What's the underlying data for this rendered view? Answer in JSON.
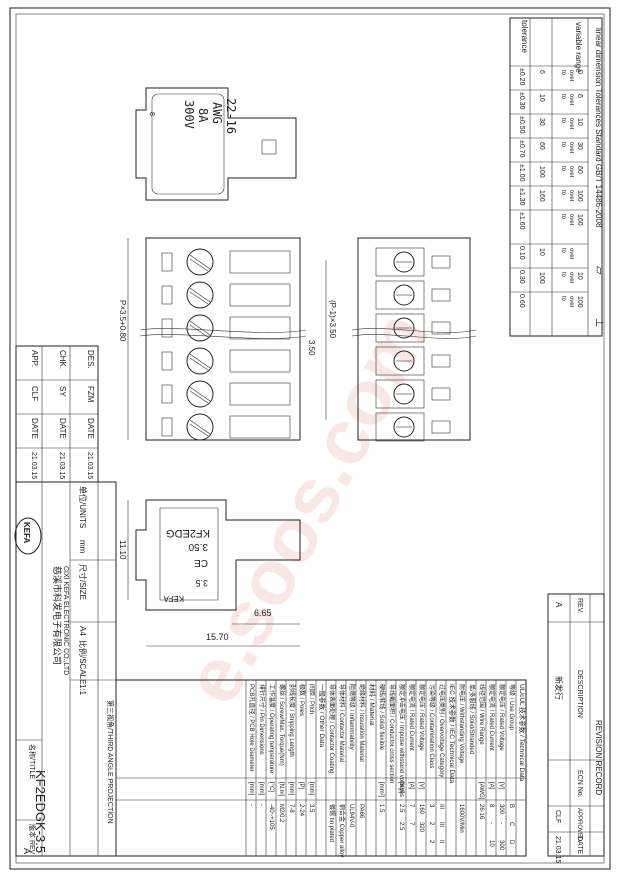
{
  "watermark": "e.soos.com",
  "tolerance_table": {
    "header": "linear dimension Tolerances Standard GB/T 14486-2008",
    "row_labels": [
      "variable range",
      "tolerance"
    ],
    "ranges": [
      {
        "from": "0",
        "to": "6",
        "tol": "±0.20"
      },
      {
        "from": "6",
        "to": "10",
        "tol": "±0.30"
      },
      {
        "from": "10",
        "to": "30",
        "tol": "±0.50"
      },
      {
        "from": "30",
        "to": "60",
        "tol": "±0.70"
      },
      {
        "from": "60",
        "to": "100",
        "tol": "±1.00"
      },
      {
        "from": "100",
        "to": "160",
        "tol": "±1.30"
      },
      {
        "from": "160",
        "to": "",
        "tol": "±1.60"
      }
    ],
    "flat": {
      "sym": "▱",
      "ranges": [
        {
          "from": "",
          "to": "10",
          "tol": "0.10"
        },
        {
          "from": "10",
          "to": "100",
          "tol": "0.30"
        },
        {
          "from": "100",
          "to": "",
          "tol": "0.60"
        }
      ]
    },
    "perp_sym": "⊥",
    "over_label": "over",
    "to_label": "to"
  },
  "label": {
    "voltage": "300V",
    "current": "8A",
    "awg_title": "AWG",
    "awg_range": "22-16"
  },
  "dims": {
    "total": "P×3.5+0.80",
    "pitch_span": "(P-1)×3.50",
    "pitch": "3.50",
    "height": "11.10",
    "depth_a": "6.65",
    "depth_b": "15.70"
  },
  "side_marks": {
    "model": "KF2EDG",
    "pitch": "3.50",
    "pitch_small": "3.5",
    "ce": "CE",
    "brand": "KEFA"
  },
  "signoff": [
    {
      "role": "DES.",
      "name": "FZM",
      "date_label": "DATE",
      "date": "21.03.15"
    },
    {
      "role": "CHK.",
      "name": "SY",
      "date_label": "DATE",
      "date": "21.03.15"
    },
    {
      "role": "APP.",
      "name": "CLF",
      "date_label": "DATE",
      "date": "21.03.15"
    }
  ],
  "company": {
    "logo": "KEFA",
    "cn_name": "慈溪市科发电子有限公司",
    "en_name": "CIXI KEFA ELECTRONIC CO.,LTD",
    "units_label": "单位/UNITS",
    "units": "mm",
    "size_label": "尺寸/SIZE",
    "size": "A4",
    "scale_label": "比例/SCALE",
    "scale": "1:1",
    "projection": "第三视角/THIRD ANGLE PROJECTION",
    "title_label": "名称/TITLE",
    "title": "KF2EDGK-3.5",
    "rev_label": "版本 REV",
    "rev": "A"
  },
  "revision": {
    "header": "REVISION RECORD",
    "cols": [
      "REV.",
      "DESCRIPTION",
      "ECN No.",
      "APPROVED",
      "DATE"
    ],
    "rows": [
      {
        "rev": "A",
        "desc": "新发行",
        "ecn": "",
        "approved": "CLF",
        "date": "21.03.15"
      }
    ]
  },
  "spec": {
    "groups": [
      {
        "title": "UL/cUL 技术参数 / Technical Data",
        "cols": [
          "B",
          "C",
          "D"
        ],
        "rows": [
          {
            "label": "等级 / Use Group",
            "unit": "",
            "values": [
              "B",
              "C",
              "D"
            ]
          },
          {
            "label": "额定电压 / Rated Voltage",
            "unit": "[V]",
            "values": [
              "300",
              "-",
              "300"
            ]
          },
          {
            "label": "额定电流 / Rated Current",
            "unit": "[A]",
            "values": [
              "8",
              "-",
              "10"
            ]
          },
          {
            "label": "线径范围 / Wire Range",
            "unit": "[AWG]",
            "values": [
              "26-16",
              "",
              ""
            ]
          },
          {
            "label": "单/多股线 / Solid/Stranded",
            "unit": "",
            "values": [
              "",
              "",
              ""
            ]
          },
          {
            "label": "耐电压 / Withstanding Voltage",
            "unit": "",
            "values": [
              "1600V/Min",
              "",
              ""
            ]
          }
        ]
      },
      {
        "title": "IEC 技术参数 / IEC Technical Data",
        "cols": [
          "III",
          "III",
          "II"
        ],
        "rows": [
          {
            "label": "过电压类别 / Overvoltage Category",
            "unit": "",
            "values": [
              "III",
              "III",
              "II"
            ]
          },
          {
            "label": "污染等级 / Contamination Class",
            "unit": "",
            "values": [
              "3",
              "2",
              "2"
            ]
          },
          {
            "label": "额定电压 / Rated Voltage",
            "unit": "[V]",
            "values": [
              "160",
              "320",
              ""
            ]
          },
          {
            "label": "额定电流 / Rated Current",
            "unit": "[A]",
            "values": [
              "7",
              "7",
              ""
            ]
          },
          {
            "label": "额定冲击电压 / Impulse withstand voltages",
            "unit": "[KV]",
            "values": [
              "2.5",
              "2.5",
              ""
            ]
          },
          {
            "label": "导线截面积 / Conductor cross section",
            "unit": "",
            "values": [
              "",
              "",
              ""
            ]
          },
          {
            "label": "硬线/软线 / Solid/ flexible",
            "unit": "[mm²]",
            "values": [
              "1.5",
              "",
              ""
            ]
          }
        ]
      },
      {
        "title": "材料 / Material",
        "cols": [],
        "rows": [
          {
            "label": "绝缘材料 / Insulation Material",
            "unit": "",
            "values": [
              "PA66"
            ]
          },
          {
            "label": "阻燃等级 / Inflammability",
            "unit": "",
            "values": [
              "UL94V-0"
            ]
          },
          {
            "label": "导体材料 / Contactor Material",
            "unit": "",
            "values": [
              "铜合金 Copper alloy"
            ]
          },
          {
            "label": "导体表面处理 / Contactor Coating",
            "unit": "",
            "values": [
              "镀锡 tin plated"
            ]
          }
        ]
      },
      {
        "title": "一般参数 / Other Data",
        "cols": [],
        "rows": [
          {
            "label": "间距 / Pitch",
            "unit": "[mm]",
            "values": [
              "3.5"
            ]
          },
          {
            "label": "极数 / Poles",
            "unit": "[P]",
            "values": [
              "2-24"
            ]
          },
          {
            "label": "剥线长度 / Stripping Length",
            "unit": "[mm]",
            "values": [
              "7-8"
            ]
          },
          {
            "label": "螺丝 / Screw/Max. Torque(Nm)",
            "unit": "[N.m]",
            "values": [
              "M2/0.2"
            ]
          },
          {
            "label": "工作温度 / Operating temperature",
            "unit": "[°C]",
            "values": [
              "-40~+105"
            ]
          },
          {
            "label": "排针尺寸 / Pin Dimensions",
            "unit": "[mm]",
            "values": [
              "-"
            ]
          },
          {
            "label": "PCB孔直径 / PCB Hole Diameter",
            "unit": "[mm]",
            "values": [
              "-"
            ]
          }
        ]
      }
    ]
  },
  "colors": {
    "line": "#222222",
    "watermark": "#f2d7d0",
    "paper": "#ffffff"
  }
}
